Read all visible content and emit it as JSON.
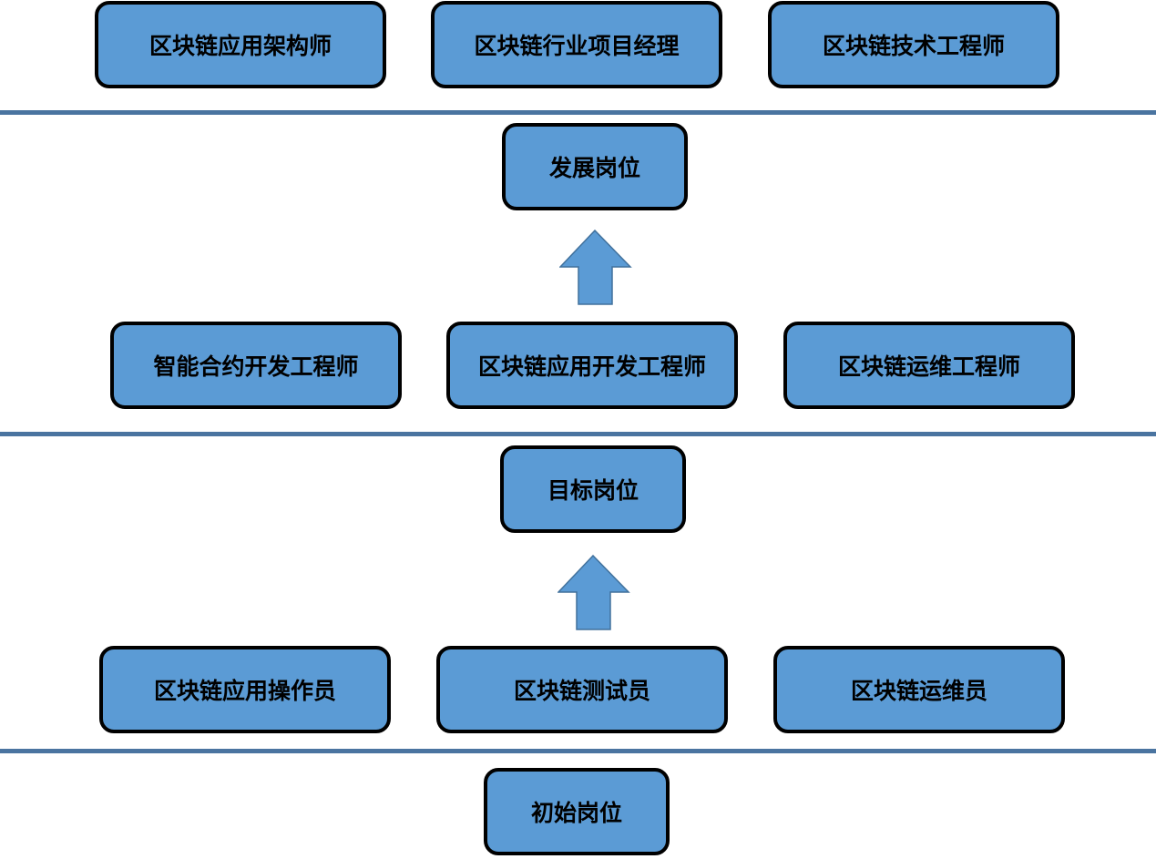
{
  "colors": {
    "box_fill": "#5b9bd5",
    "box_border": "#000000",
    "divider": "#4a74a0",
    "arrow_fill": "#5b9bd5",
    "arrow_stroke": "#41719c"
  },
  "tiers": {
    "advanced_roles": [
      "区块链应用架构师",
      "区块链行业项目经理",
      "区块链技术工程师"
    ],
    "development_label": "发展岗位",
    "target_roles": [
      "智能合约开发工程师",
      "区块链应用开发工程师",
      "区块链运维工程师"
    ],
    "target_label": "目标岗位",
    "initial_roles": [
      "区块链应用操作员",
      "区块链测试员",
      "区块链运维员"
    ],
    "initial_label": "初始岗位"
  },
  "arrows": [
    {
      "from": "目标岗位",
      "to": "发展岗位"
    },
    {
      "from": "初始岗位",
      "to": "目标岗位"
    }
  ]
}
